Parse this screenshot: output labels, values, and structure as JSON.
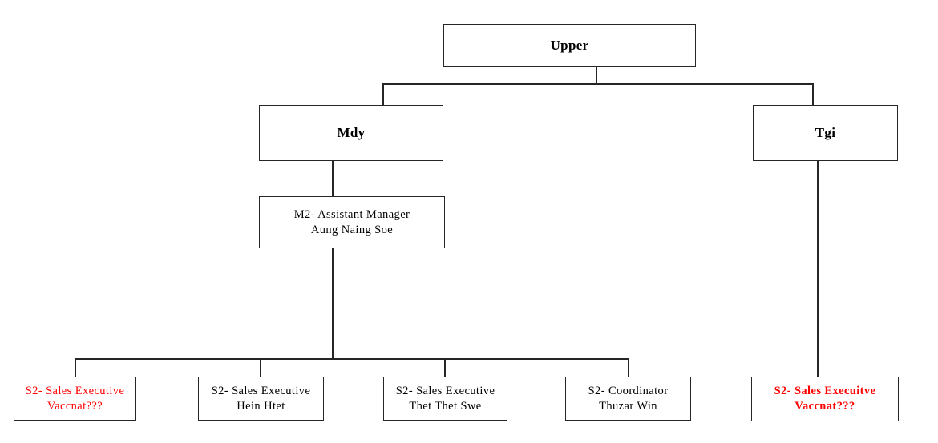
{
  "colors": {
    "background": "#ffffff",
    "line": "#262626",
    "text": "#000000",
    "vacant_red": "#ff0000"
  },
  "org_chart": {
    "root": {
      "label": "Upper"
    },
    "branches": {
      "mdy": {
        "label": "Mdy",
        "manager": {
          "line1": "M2- Assistant Manager",
          "line2": "Aung Naing Soe"
        },
        "staff": [
          {
            "line1": "S2- Sales Executive",
            "line2": "Vaccnat???",
            "vacant": true
          },
          {
            "line1": "S2- Sales Executive",
            "line2": "Hein Htet",
            "vacant": false
          },
          {
            "line1": "S2- Sales Executive",
            "line2": "Thet Thet Swe",
            "vacant": false
          },
          {
            "line1": "S2- Coordinator",
            "line2": "Thuzar Win",
            "vacant": false
          }
        ]
      },
      "tgi": {
        "label": "Tgi",
        "staff": [
          {
            "line1": "S2- Sales Execuitve",
            "line2": "Vaccnat???",
            "vacant": true
          }
        ]
      }
    }
  }
}
